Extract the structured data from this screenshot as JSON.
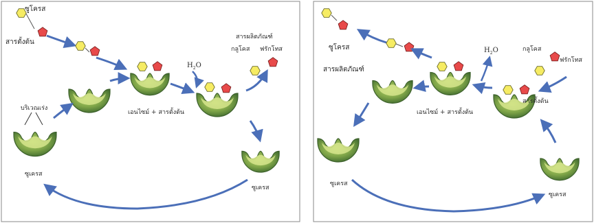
{
  "left_panel": {
    "sucrose_label": "ซูโครส",
    "substrate_label": "สารตั้งต้น",
    "products_label": "สารผลิตภัณฑ์",
    "glucose_label": "กลูโคส",
    "fructose_label": "ฟรักโทส",
    "water_main": "H",
    "water_sub": "2",
    "water_tail": "O",
    "complex_label": "เอนไซม์ + สารตั้งต้น",
    "active_site_label": "บริเวณเร่ง",
    "enzyme_label_1": "ซูเครส",
    "enzyme_label_2": "ซูเครส"
  },
  "right_panel": {
    "sucrose_label": "ซูโครส",
    "products_label": "สารผลิตภัณฑ์",
    "glucose_label": "กลูโคส",
    "fructose_label": "ฟรักโทส",
    "substrate_label": "สารตั้งต้น",
    "water_main": "H",
    "water_sub": "2",
    "water_tail": "O",
    "complex_label": "เอนไซม์ + สารตั้งต้น",
    "enzyme_label_1": "ซูเครส",
    "enzyme_label_2": "ซูเครส"
  },
  "colors": {
    "enzyme_outer": "#4f7a3b",
    "enzyme_inner": "#c9dc7a",
    "glucose": "#f6ec63",
    "fructose": "#e84a4a",
    "arrow": "#4b6fb8",
    "frame": "#8a8a8a"
  }
}
